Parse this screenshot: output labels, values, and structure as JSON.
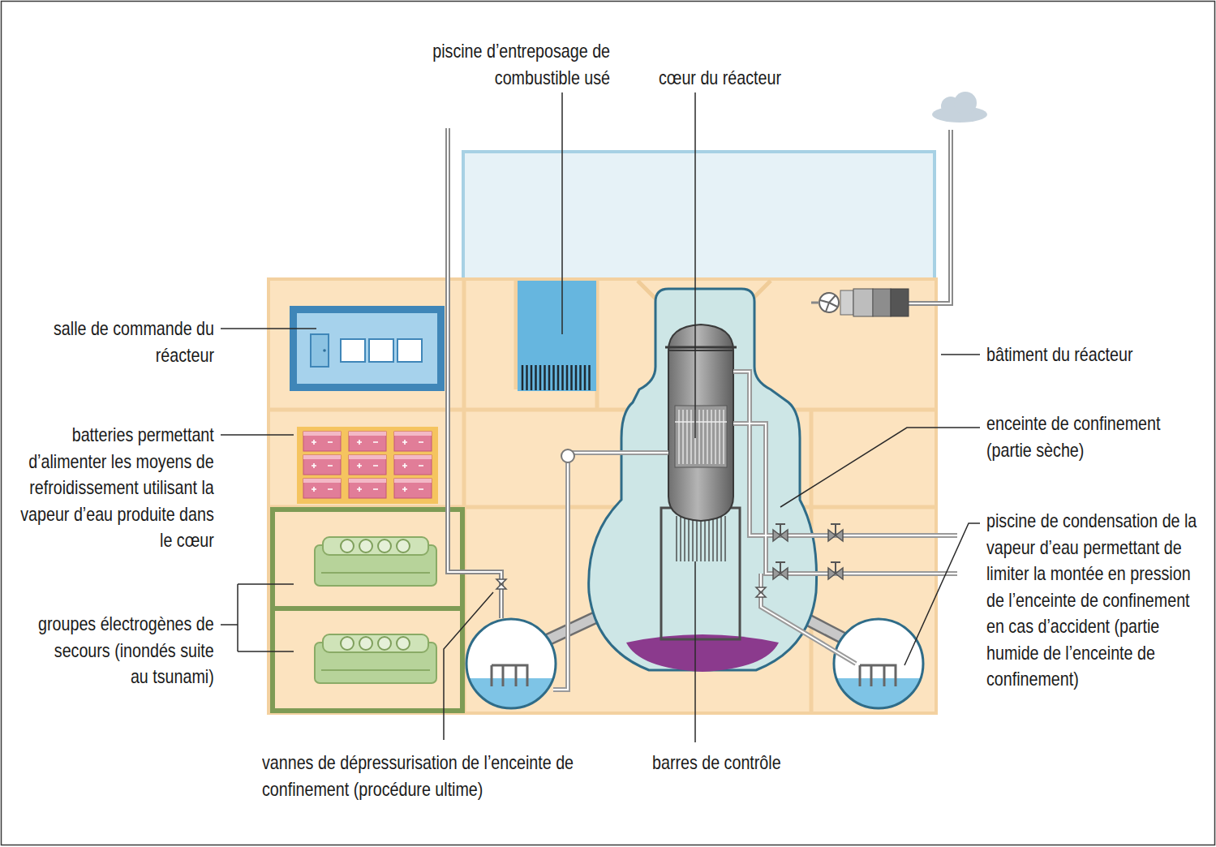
{
  "diagram": {
    "labels": [
      "piscine d’entreposage de combustible usé",
      "cœur du réacteur",
      "salle de commande du réacteur",
      "bâtiment du réacteur",
      "enceinte de confinement (partie sèche)",
      "batteries permettant d’alimenter les moyens de refroidissement utilisant la vapeur d’eau produite dans le cœur",
      "piscine de condensation de la vapeur d’eau permettant de limiter la montée en pression de l’enceinte de confinement en cas d’accident (partie humide de l’enceinte de confinement)",
      "groupes électrogènes de secours (inondés suite au tsunami)",
      "vannes de dépressurisation de l’enceinte de confinement (procédure ultime)",
      "barres de contrôle"
    ]
  }
}
